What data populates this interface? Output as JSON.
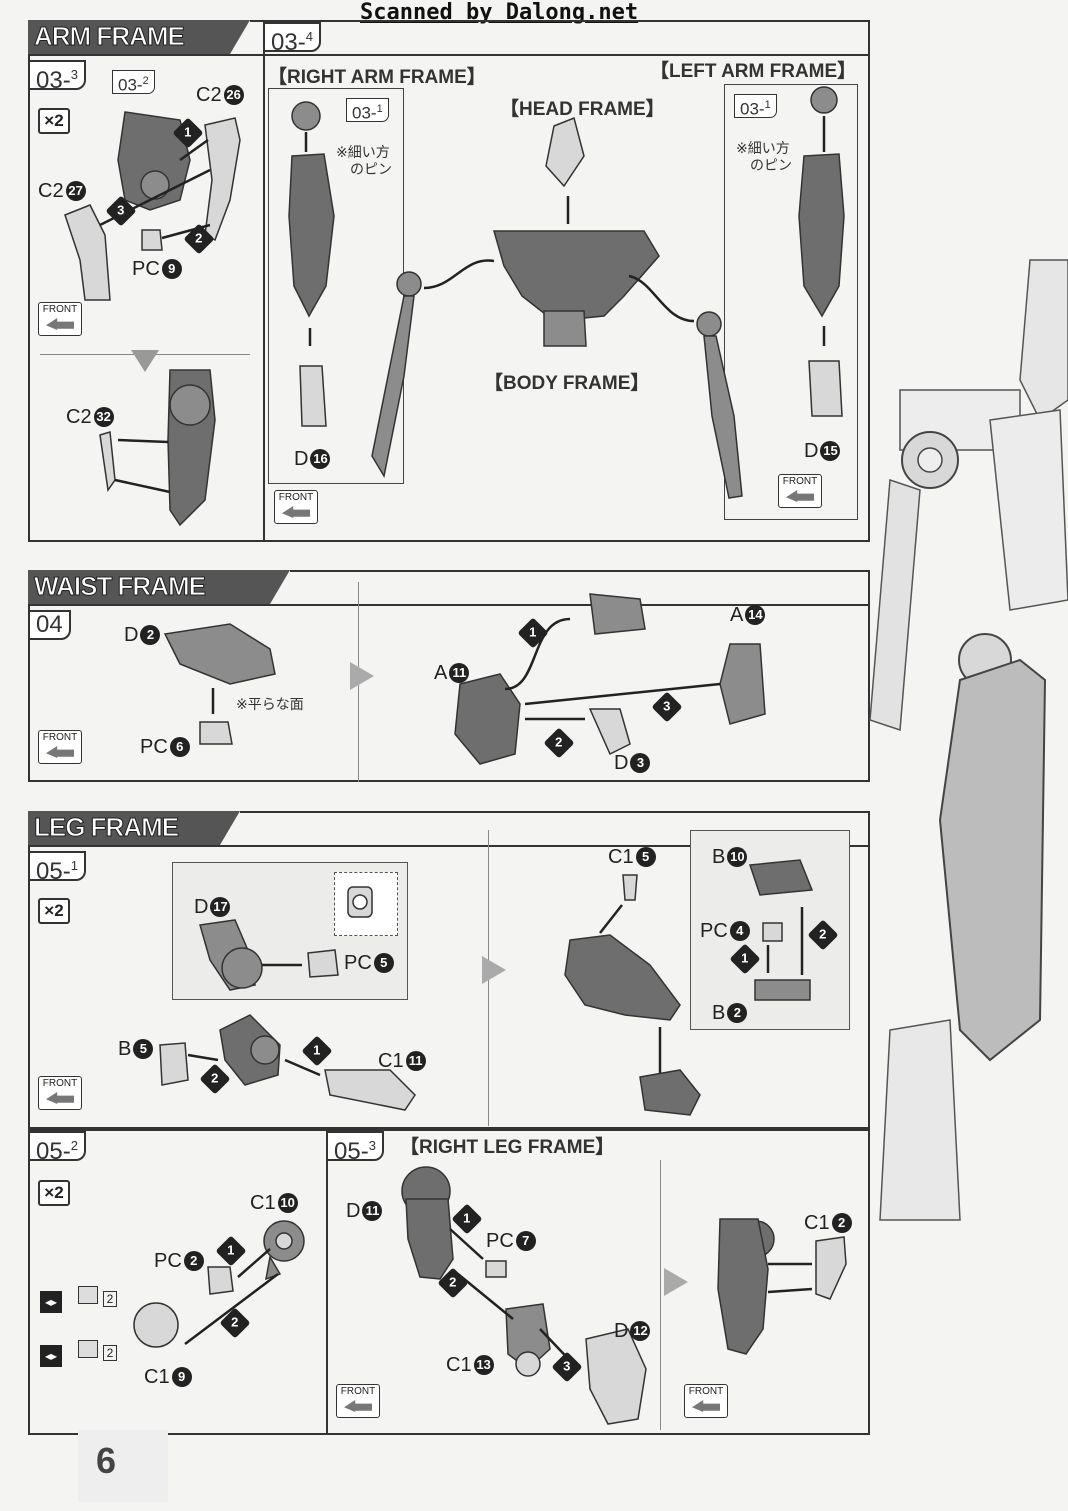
{
  "header": {
    "scanner_credit": "Scanned by Dalong.net"
  },
  "page_number": "6",
  "sections": {
    "arm_frame": {
      "title": "ARM FRAME"
    },
    "waist_frame": {
      "title": "WAIST FRAME"
    },
    "leg_frame": {
      "title": "LEG FRAME"
    }
  },
  "steps": {
    "s03_3": {
      "main": "03-",
      "sup": "3",
      "multiplier": "×2",
      "ref_main": "03-",
      "ref_sup": "2"
    },
    "s03_4": {
      "main": "03-",
      "sup": "4",
      "right_arm": "【RIGHT ARM FRAME】",
      "left_arm": "【LEFT ARM FRAME】",
      "head": "【HEAD FRAME】",
      "body": "【BODY FRAME】",
      "ref_main": "03-",
      "ref_sup": "1",
      "note_line1": "※細い方",
      "note_line2": "のピン"
    },
    "s04": {
      "main": "04",
      "note": "※平らな面"
    },
    "s05_1": {
      "main": "05-",
      "sup": "1",
      "multiplier": "×2"
    },
    "s05_2": {
      "main": "05-",
      "sup": "2",
      "multiplier": "×2",
      "count_a": "2",
      "count_b": "2"
    },
    "s05_3": {
      "main": "05-",
      "sup": "3",
      "right_leg": "【RIGHT LEG FRAME】"
    }
  },
  "front_label": "FRONT",
  "parts": {
    "c2_26": {
      "code": "C2",
      "num": "26"
    },
    "c2_27": {
      "code": "C2",
      "num": "27"
    },
    "pc9": {
      "code": "PC",
      "num": "9"
    },
    "c2_32": {
      "code": "C2",
      "num": "32"
    },
    "d16": {
      "code": "D",
      "num": "16"
    },
    "d15": {
      "code": "D",
      "num": "15"
    },
    "d2": {
      "code": "D",
      "num": "2"
    },
    "pc6": {
      "code": "PC",
      "num": "6"
    },
    "a11": {
      "code": "A",
      "num": "11"
    },
    "a14": {
      "code": "A",
      "num": "14"
    },
    "d3": {
      "code": "D",
      "num": "3"
    },
    "d17": {
      "code": "D",
      "num": "17"
    },
    "pc5": {
      "code": "PC",
      "num": "5"
    },
    "b5": {
      "code": "B",
      "num": "5"
    },
    "c1_11": {
      "code": "C1",
      "num": "11"
    },
    "c1_5": {
      "code": "C1",
      "num": "5"
    },
    "b10": {
      "code": "B",
      "num": "10"
    },
    "pc4": {
      "code": "PC",
      "num": "4"
    },
    "b2": {
      "code": "B",
      "num": "2"
    },
    "c1_10": {
      "code": "C1",
      "num": "10"
    },
    "pc2": {
      "code": "PC",
      "num": "2"
    },
    "c1_9": {
      "code": "C1",
      "num": "9"
    },
    "d11": {
      "code": "D",
      "num": "11"
    },
    "pc7": {
      "code": "PC",
      "num": "7"
    },
    "c1_13": {
      "code": "C1",
      "num": "13"
    },
    "d12": {
      "code": "D",
      "num": "12"
    },
    "c1_2": {
      "code": "C1",
      "num": "2"
    }
  },
  "step_markers": {
    "one": "1",
    "two": "2",
    "three": "3"
  }
}
